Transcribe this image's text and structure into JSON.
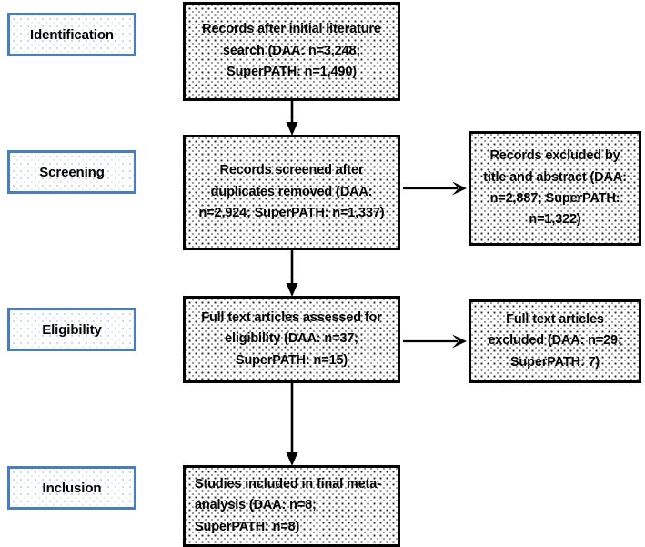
{
  "diagram": {
    "title": "PRISMA study selection flow diagram",
    "type": "flowchart",
    "colors": {
      "stage_label_border": "#4a7ebb",
      "stage_label_dots": "#b9cde5",
      "node_border": "#000000",
      "node_dots": "#2b2b2b",
      "text": "#000000",
      "background": "#ffffff"
    }
  },
  "stages": [
    {
      "id": "identification",
      "label": "Identification"
    },
    {
      "id": "screening",
      "label": "Screening"
    },
    {
      "id": "eligibility",
      "label": "Eligibility"
    },
    {
      "id": "inclusion",
      "label": "Inclusion"
    }
  ],
  "nodes": {
    "records_initial": {
      "text": "Records after initial literature search (DAA: n=3,248; SuperPATH: n=1,490)",
      "stage": "identification",
      "daa_n": "3,248",
      "superpath_n": "1,490"
    },
    "records_screened": {
      "text": "Records screened after duplicates removed (DAA: n=2,924; SuperPATH: n=1,337)",
      "stage": "screening",
      "daa_n": "2,924",
      "superpath_n": "1,337"
    },
    "records_excluded": {
      "text": "Records excluded by title and abstract (DAA: n=2,887; SuperPATH: n=1,322)",
      "stage": "screening",
      "daa_n": "2,887",
      "superpath_n": "1,322"
    },
    "fulltext_assessed": {
      "text": "Full text articles assessed for eligibility (DAA: n=37; SuperPATH: n=15)",
      "stage": "eligibility",
      "daa_n": "37",
      "superpath_n": "15"
    },
    "fulltext_excluded": {
      "text": "Full text articles excluded (DAA: n=29; SuperPATH: 7)",
      "stage": "eligibility",
      "daa_n": "29",
      "superpath_n": "7"
    },
    "studies_included": {
      "text": "Studies included in final meta-analysis (DAA: n=8; SuperPATH: n=8)",
      "stage": "inclusion",
      "daa_n": "8",
      "superpath_n": "8"
    }
  },
  "connectors": [
    {
      "id": "arrow-initial-to-screened",
      "from": "records_initial",
      "to": "records_screened",
      "direction": "down"
    },
    {
      "id": "arrow-screened-to-excluded",
      "from": "records_screened",
      "to": "records_excluded",
      "direction": "right"
    },
    {
      "id": "arrow-screened-to-fulltext",
      "from": "records_screened",
      "to": "fulltext_assessed",
      "direction": "down"
    },
    {
      "id": "arrow-fulltext-to-excluded",
      "from": "fulltext_assessed",
      "to": "fulltext_excluded",
      "direction": "right"
    },
    {
      "id": "arrow-fulltext-to-included",
      "from": "fulltext_assessed",
      "to": "studies_included",
      "direction": "down"
    }
  ]
}
